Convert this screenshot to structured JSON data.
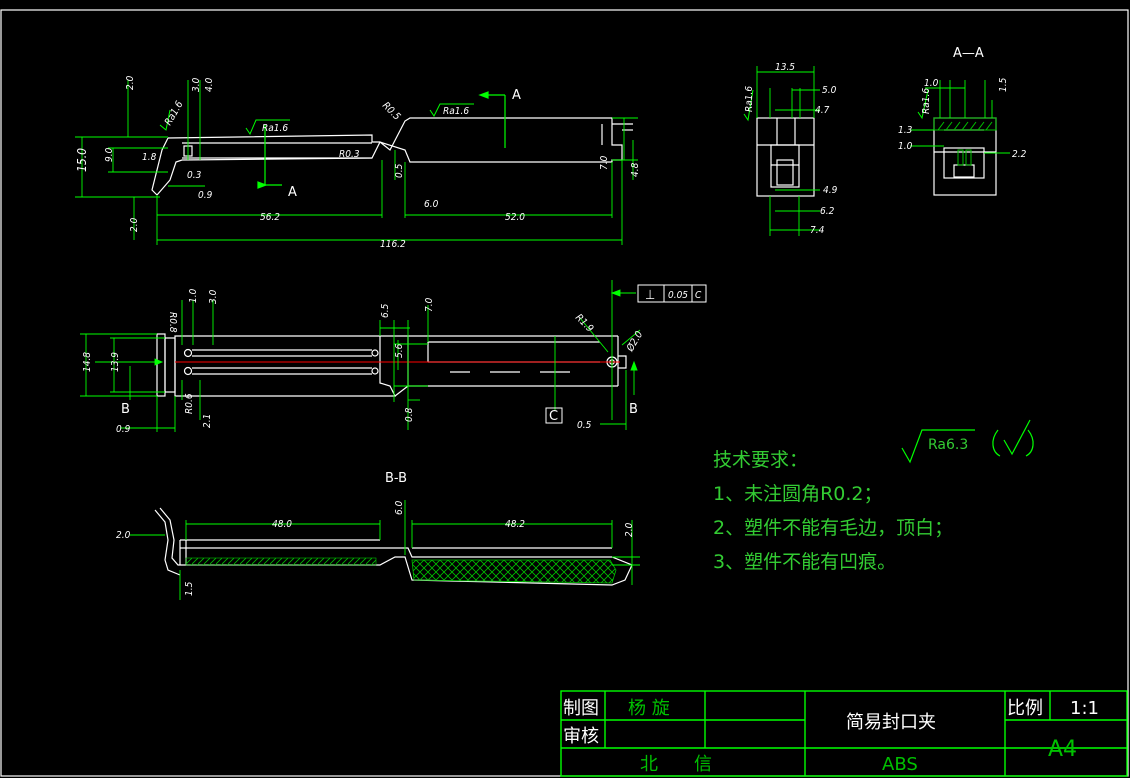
{
  "colors": {
    "background": "#000000",
    "outline": "#ffffff",
    "dimension": "#00ff00",
    "title_block": "#00ff00",
    "centerline": "#ff0000",
    "hatch": "#00c000"
  },
  "section_labels": {
    "aa": "A—A",
    "bb": "B-B",
    "a": "A",
    "b": "B",
    "c": "C"
  },
  "roughness": {
    "ra16": "Ra1.6",
    "ra63": "Ra6.3"
  },
  "tolerance": {
    "symbol": "⊥",
    "value": "0.05",
    "datum": "C"
  },
  "top_view_dims": {
    "d20a": "2.0",
    "d30": "3.0",
    "d40": "4.0",
    "d150": "15.0",
    "d90": "9.0",
    "d18": "1.8",
    "d03": "0.3",
    "d09": "0.9",
    "d20b": "2.0",
    "d562": "56.2",
    "d1162": "116.2",
    "r05": "R0.5",
    "r03": "R0.3",
    "d05": "0.5",
    "d60": "6.0",
    "d520": "52.0",
    "d70": "7.0",
    "d48": "4.8"
  },
  "side_view_dims": {
    "d135": "13.5",
    "d50": "5.0",
    "d47": "4.7",
    "d49": "4.9",
    "d62": "6.2",
    "d74": "7.4"
  },
  "section_aa_dims": {
    "d10a": "1.0",
    "d15": "1.5",
    "d13": "1.3",
    "d10b": "1.0",
    "d22": "2.2"
  },
  "front_view_dims": {
    "r08": "R0.8",
    "d10": "1.0",
    "d30": "3.0",
    "d65": "6.5",
    "d70": "7.0",
    "r19": "R1.9",
    "d148": "14.8",
    "d139": "13.9",
    "d56": "5.6",
    "d20": "Ø2.0",
    "r06": "R0.6",
    "d21": "2.1",
    "d08": "0.8",
    "d05": "0.5",
    "d09": "0.9"
  },
  "section_bb_dims": {
    "d20a": "2.0",
    "d480": "48.0",
    "d60": "6.0",
    "d482": "48.2",
    "d20b": "2.0",
    "d15": "1.5"
  },
  "notes": {
    "title": "技术要求：",
    "line1": "1、未注圆角R0.2；",
    "line2": "2、塑件不能有毛边，顶白；",
    "line3": "3、塑件不能有凹痕。"
  },
  "title_block": {
    "drawn_label": "制图",
    "drawn_by": "杨 旋",
    "checked_label": "审核",
    "part_name": "简易封口夹",
    "scale_label": "比例",
    "scale_value": "1:1",
    "sheet_size": "A4",
    "company": "北　　信",
    "material": "ABS"
  }
}
